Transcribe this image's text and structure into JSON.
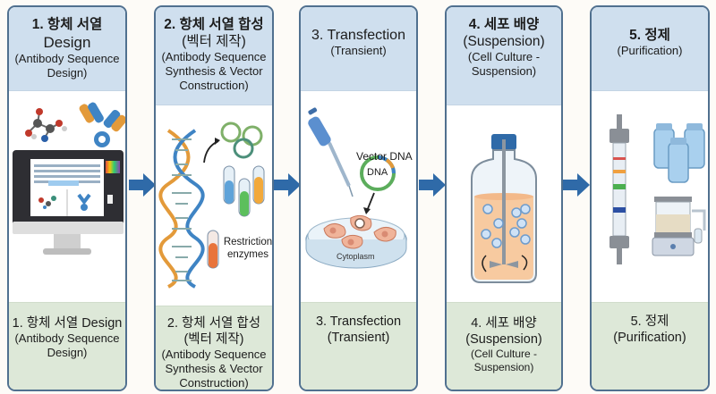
{
  "diagram": {
    "title": "Antibody production workflow",
    "accent_color": "#2f6aa8",
    "header_color": "#cfdfee",
    "footer_color": "#dde8d8",
    "steps": [
      {
        "header": {
          "line1": "1. 항체 서열",
          "line2": "Design",
          "sub": "(Antibody Sequence Design)"
        },
        "footer": {
          "line1": "1. 항체 서열 Design",
          "sub": "(Antibody Sequence Design)"
        },
        "illustration": "antibody-design-computer"
      },
      {
        "header": {
          "line1": "2. 항체 서열 합성",
          "line2": "(벡터 제작)",
          "sub": "(Antibody Sequence Synthesis & Vector Construction)"
        },
        "footer": {
          "line1": "2. 항체 서열 합성",
          "line2": "(벡터 제작)",
          "sub": "(Antibody Sequence Synthesis & Vector Construction)"
        },
        "illustration": "dna-vector-synthesis",
        "labels": {
          "enzymes": "Restriction enzymes"
        }
      },
      {
        "header": {
          "line1": "3. Transfection",
          "sub": "(Transient)"
        },
        "footer": {
          "line1": "3. Transfection",
          "sub": "(Transient)"
        },
        "illustration": "pipette-petri-dish",
        "labels": {
          "vector": "Vector DNA",
          "dna": "DNA",
          "cytoplasm": "Cytoplasm"
        }
      },
      {
        "header": {
          "line1": "4. 세포 배양",
          "line2": "(Suspension)",
          "sub": "(Cell Culture - Suspension)"
        },
        "footer": {
          "line1": "4. 세포 배양",
          "line2": "(Suspension)",
          "sub": "(Cell Culture - Suspension)"
        },
        "illustration": "bioreactor-flask"
      },
      {
        "header": {
          "line1": "5. 정제",
          "sub": "(Purification)"
        },
        "footer": {
          "line1": "5. 정제",
          "sub": "(Purification)"
        },
        "illustration": "chromatography-column-vials"
      }
    ]
  }
}
